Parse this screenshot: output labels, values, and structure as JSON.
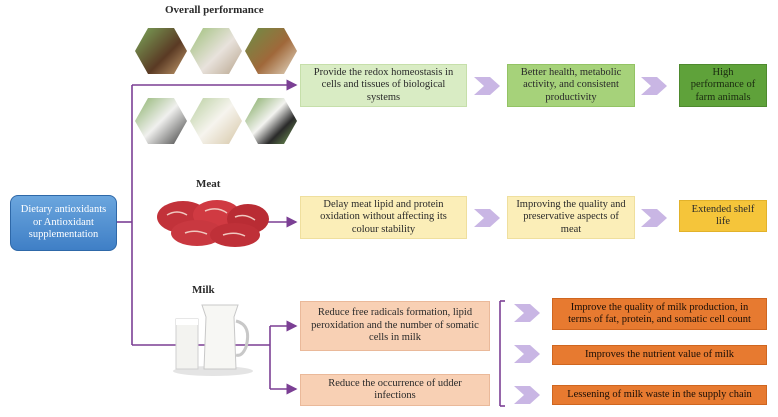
{
  "left_box": {
    "label": "Dietary antioxidants or Antioxidant supplementation"
  },
  "sections": {
    "overall": {
      "heading": "Overall performance",
      "step1": "Provide the redox homeostasis in cells and tissues of biological systems",
      "step2": "Better health, metabolic activity, and consistent productivity",
      "step3": "High performance of farm animals"
    },
    "meat": {
      "heading": "Meat",
      "step1": "Delay meat lipid and protein oxidation without affecting its colour stability",
      "step2": "Improving the quality and preservative aspects of meat",
      "step3": "Extended shelf life"
    },
    "milk": {
      "heading": "Milk",
      "cause1": "Reduce free radicals formation, lipid peroxidation and the number of somatic cells in milk",
      "cause2": "Reduce the occurrence of udder infections",
      "outcomes": [
        "Improve the quality of milk production, in terms of fat, protein, and somatic cell count",
        "Improves the nutrient value of milk",
        "Lessening of milk waste in the supply chain"
      ]
    }
  },
  "colors": {
    "connector": "#7b3f94",
    "chevron": "#c9b6e4",
    "green_light": "#d9ecc4",
    "green_mid": "#a6d27a",
    "green_dark": "#5fa23a",
    "yellow_light": "#fbeeb8",
    "yellow_dark": "#f5c53a",
    "orange_light": "#f8d0b4",
    "orange_dark": "#e77a30",
    "blue": "#4a8bd0"
  }
}
